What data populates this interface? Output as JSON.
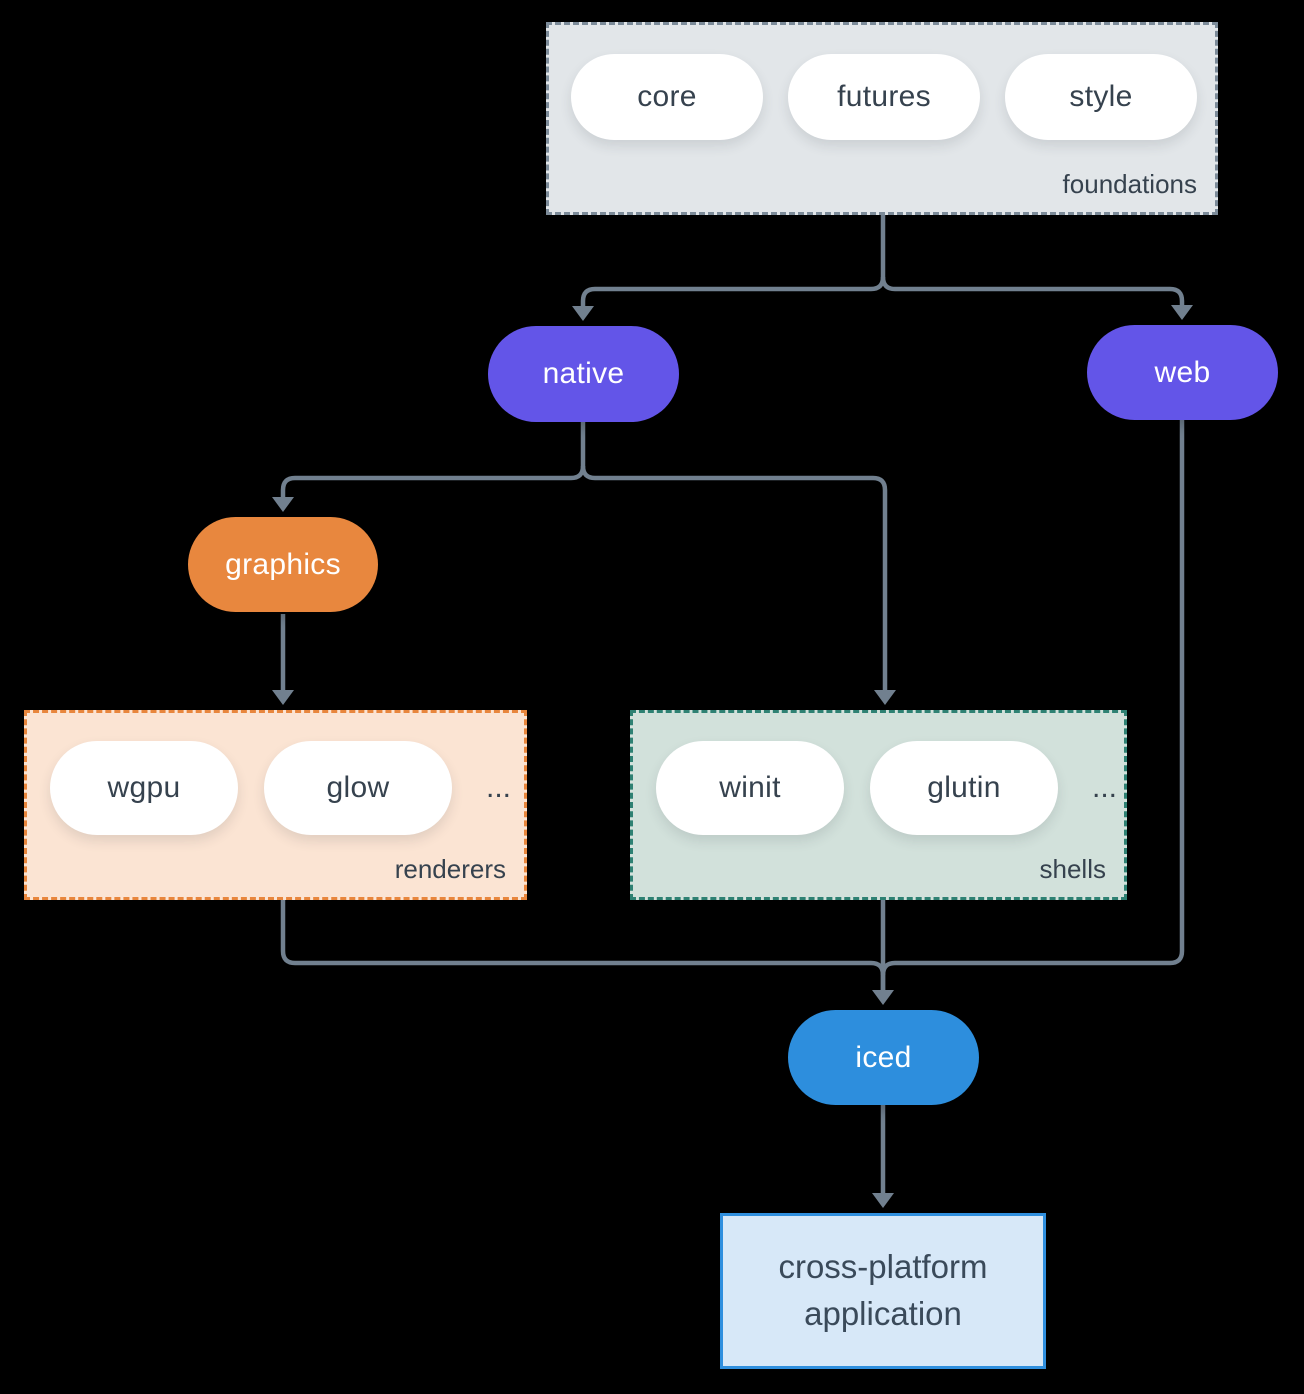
{
  "colors": {
    "background": "#000000",
    "connector_line": "#71808F",
    "dark_text": "#36424E",
    "purple_node": "#6355E8",
    "orange_node": "#E8873E",
    "blue_node": "#2D8EDD",
    "foundations_fill": "#E2E6E9",
    "foundations_border": "#7C8B99",
    "renderers_fill": "#FBE4D3",
    "renderers_border": "#E8863C",
    "shells_fill": "#D2E1DB",
    "shells_border": "#2E8173",
    "application_fill": "#D7E8F8",
    "application_border": "#2F8FDE"
  },
  "diagram": {
    "foundations": {
      "label": "foundations",
      "pills": [
        "core",
        "futures",
        "style"
      ]
    },
    "native": {
      "label": "native"
    },
    "web": {
      "label": "web"
    },
    "graphics": {
      "label": "graphics"
    },
    "renderers": {
      "label": "renderers",
      "pills": [
        "wgpu",
        "glow"
      ],
      "ellipsis": "..."
    },
    "shells": {
      "label": "shells",
      "pills": [
        "winit",
        "glutin"
      ],
      "ellipsis": "..."
    },
    "iced": {
      "label": "iced"
    },
    "application": {
      "label": "cross-platform application"
    }
  }
}
